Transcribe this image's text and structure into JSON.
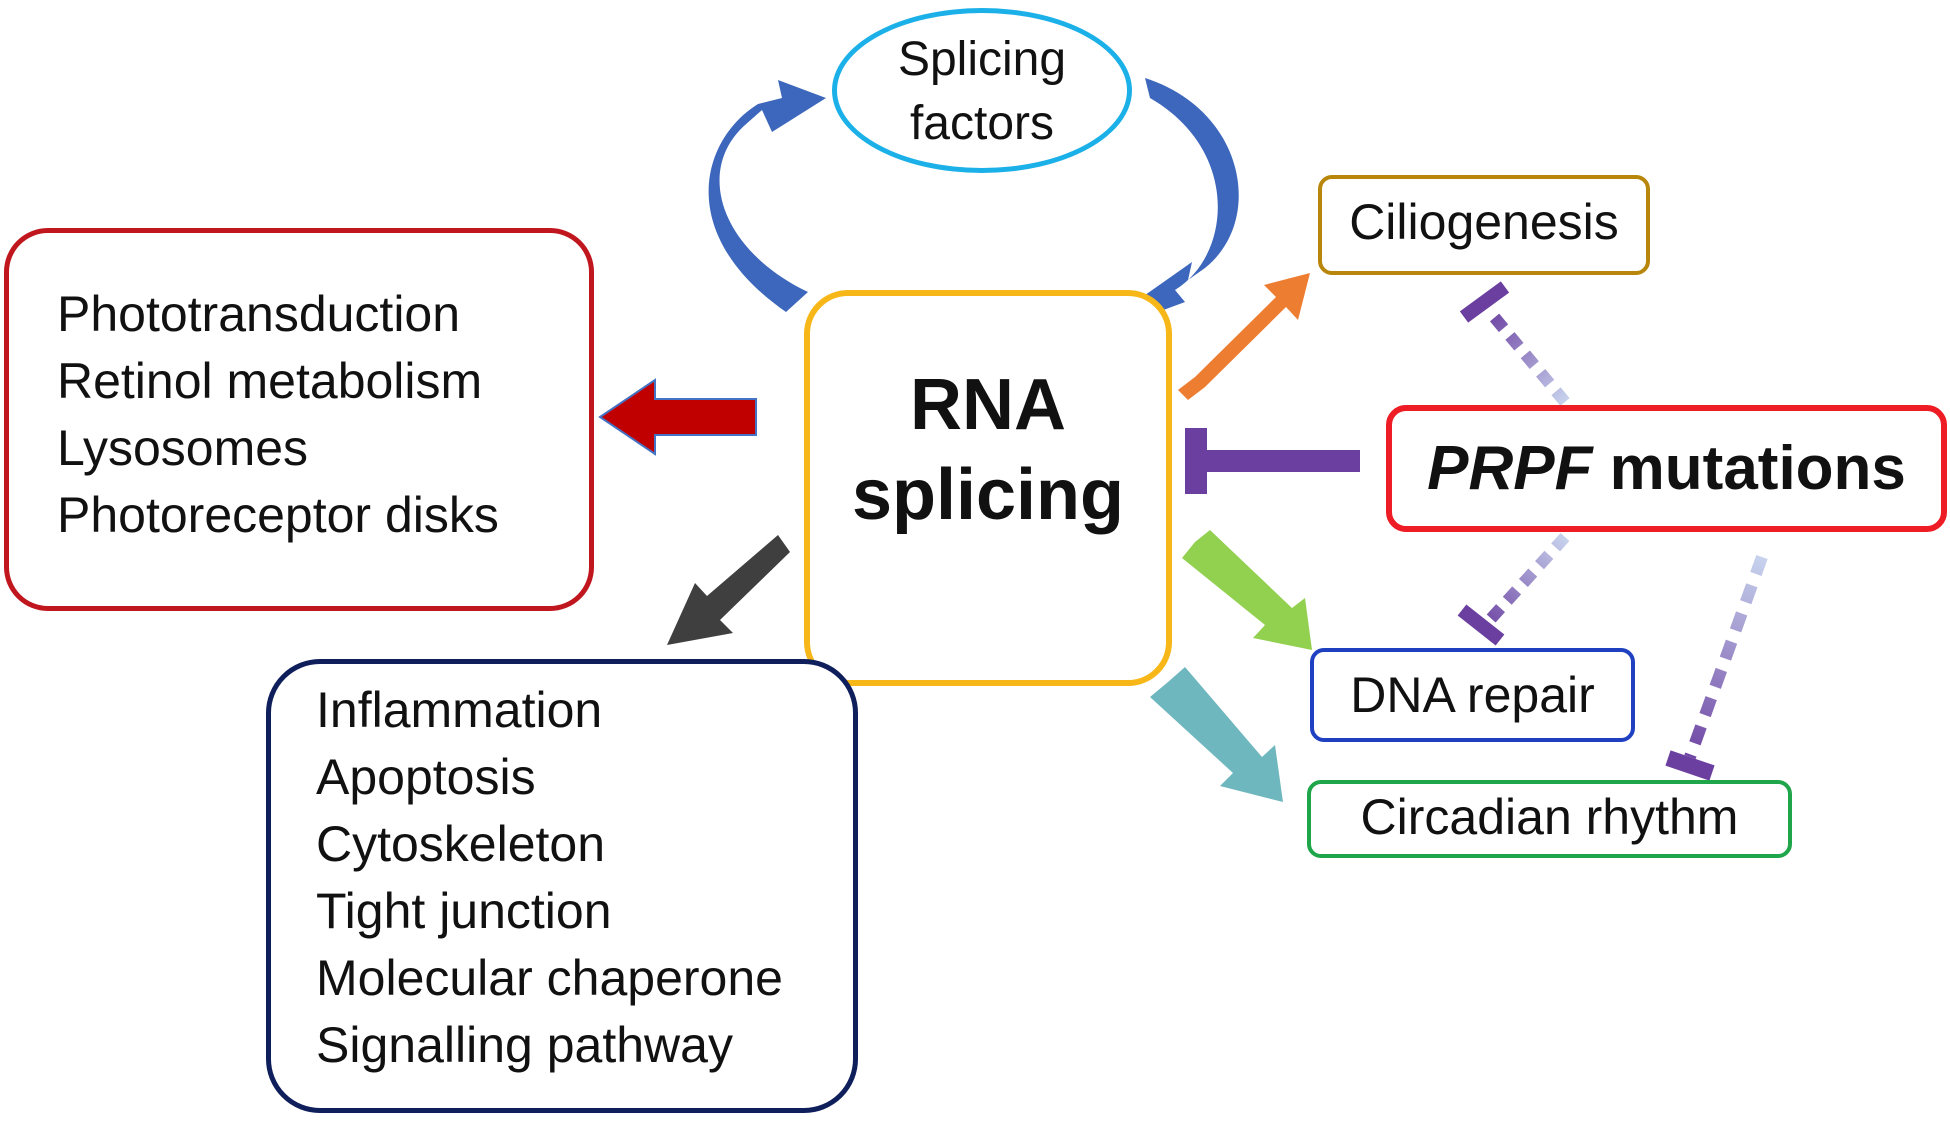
{
  "splicing_factors": {
    "line1": "Splicing",
    "line2": "factors"
  },
  "rna_splicing": {
    "line1": "RNA",
    "line2": "splicing"
  },
  "photoreceptor_group": {
    "items": [
      "Phototransduction",
      "Retinol metabolism",
      "Lysosomes",
      "Photoreceptor disks"
    ]
  },
  "cellular_group": {
    "items": [
      "Inflammation",
      "Apoptosis",
      "Cytoskeleton",
      "Tight junction",
      "Molecular chaperone",
      "Signalling pathway"
    ]
  },
  "ciliogenesis": "Ciliogenesis",
  "dna_repair": "DNA repair",
  "circadian_rhythm": "Circadian rhythm",
  "prpf": {
    "gene": "PRPF",
    "rest": " mutations"
  },
  "colors": {
    "splicing_factors_border": "#1CB0E8",
    "rna_splicing_border": "#F7B718",
    "photoreceptor_border": "#C0161E",
    "cellular_border": "#0F1F5C",
    "ciliogenesis_border": "#B8860B",
    "dna_repair_border": "#1F40C0",
    "circadian_border": "#1FA54A",
    "prpf_border": "#EE1C24",
    "cycle_arrow": "#3C67BC",
    "arrow_red": "#C00000",
    "arrow_dark": "#3F3F3F",
    "arrow_orange": "#ED7D31",
    "arrow_green": "#92D050",
    "arrow_teal": "#6FB7BE",
    "inhibit": "#6B3FA0"
  }
}
